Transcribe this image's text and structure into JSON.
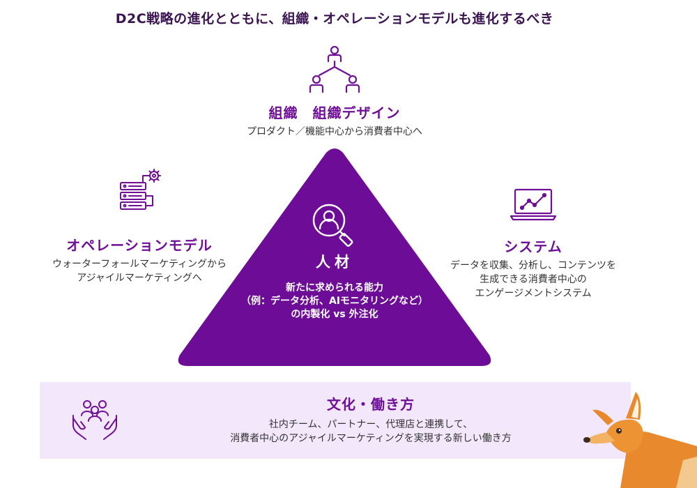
{
  "title": "D2C戦略の進化とともに、組織・オペレーションモデルも進化するべき",
  "organization": {
    "icon": "org-chart-icon",
    "heading": "組織　組織デザイン",
    "description": "プロダクト／機能中心から消費者中心へ"
  },
  "operations": {
    "icon": "server-gear-icon",
    "heading": "オペレーションモデル",
    "description_lines": [
      "ウォーターフォールマーケティングから",
      "アジャイルマーケティングへ"
    ]
  },
  "system": {
    "icon": "laptop-chart-icon",
    "heading": "システム",
    "description_lines": [
      "データを収集、分析し、コンテンツを",
      "生成できる消費者中心の",
      "エンゲージメントシステム"
    ]
  },
  "talent": {
    "icon": "person-search-icon",
    "heading": "人材",
    "description_lines": [
      "新たに求められる能力",
      "（例：データ分析、AIモニタリングなど）",
      "の内製化 vs 外注化"
    ]
  },
  "culture": {
    "icon": "people-hands-icon",
    "heading": "文化・働き方",
    "description_lines": [
      "社内チーム、パートナー、代理店と連携して、",
      "消費者中心のアジャイルマーケティングを実現する新しい働き方"
    ]
  },
  "colors": {
    "primary": "#6e0f96",
    "triangle": "#6d0c96",
    "culture_bg": "#f3e7fb",
    "title": "#3a1450",
    "deer": "#e8892e"
  },
  "mascot": "deer-mascot"
}
